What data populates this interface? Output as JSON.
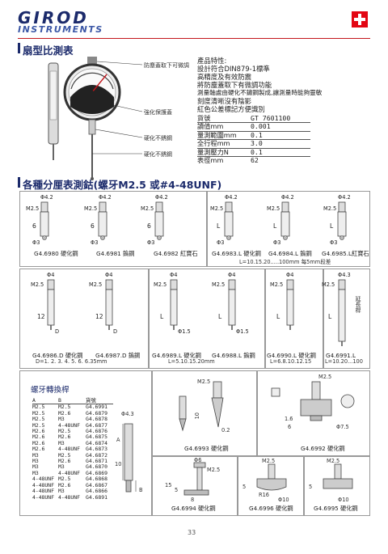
{
  "brand": {
    "name_top": "GIROD",
    "name_bottom": "INSTRUMENTS",
    "flag": "swiss-flag"
  },
  "colors": {
    "navy": "#1b2a6b",
    "accent": "#3b57a6",
    "flag_red": "#e30613",
    "rule_red": "#c3161c"
  },
  "section1": {
    "title": "扇型比測表",
    "callouts": [
      "防塵蓋取下可微調",
      "強化保護蓋",
      "硬化不銹鋼",
      "硬化不銹鋼"
    ],
    "features_title": "產品特性:",
    "features": [
      "設計符合DIN879-1標準",
      "高精度及有效防震",
      "將防塵蓋取下有微調功能",
      "測量軸處由硬化不鏽鋼製成,讓測量時能夠靈敏",
      "刻度清晰沒有陰影",
      "紅色公差標記方便識別"
    ],
    "spec_rows": [
      [
        "貨號",
        "GT 7601100"
      ],
      [
        "讀值mm",
        "0.001"
      ],
      [
        "量測範圍mm",
        "0.1"
      ],
      [
        "全行程mm",
        "3.0"
      ],
      [
        "量測壓力N",
        "0.1"
      ],
      [
        "表徑mm",
        "62"
      ]
    ]
  },
  "section2": {
    "title": "各種分厘表測鈷(螺牙M2.5 或#4-48UNF)",
    "row1": [
      {
        "dim_top": "Φ4.2",
        "thread": "M2.5",
        "len": "6",
        "dim_bot": "Φ3",
        "caption": "G4.6980 硬化鋼"
      },
      {
        "dim_top": "Φ4.2",
        "thread": "M2.5",
        "len": "6",
        "dim_bot": "Φ3",
        "caption": "G4.6981 鎢鋼"
      },
      {
        "dim_top": "Φ4.2",
        "thread": "M2.5",
        "len": "6",
        "dim_bot": "Φ3",
        "caption": "G4.6982 紅寶石"
      },
      {
        "dim_top": "Φ4.2",
        "thread": "M2.5",
        "len": "L",
        "dim_bot": "Φ3",
        "caption": "G4.6983.L 硬化鋼"
      },
      {
        "dim_top": "Φ4.2",
        "thread": "M2.5",
        "len": "L",
        "dim_bot": "Φ3",
        "caption": "G4.6984.L 鎢鋼"
      },
      {
        "dim_top": "Φ4.2",
        "thread": "M2.5",
        "len": "L",
        "dim_bot": "Φ3",
        "caption": "G4.6985.L紅寶石"
      }
    ],
    "row1_note": "L=10.15.20.....100mm 每5mm段差",
    "row2": [
      {
        "dim_top": "Φ4",
        "thread": "M2.5",
        "len": "12",
        "dim_bot": "D",
        "caption": "G4.6986.D 硬化鋼"
      },
      {
        "dim_top": "Φ4",
        "thread": "M2.5",
        "len": "12",
        "dim_bot": "D",
        "caption": "G4.6987.D 鎢鋼"
      },
      {
        "dim_top": "Φ4",
        "thread": "M2.5",
        "len": "L",
        "dim_bot": "Φ1.5",
        "caption": "G4.6989.L 硬化鋼"
      },
      {
        "dim_top": "Φ4",
        "thread": "M2.5",
        "len": "L",
        "dim_bot": "Φ1.5",
        "caption": "G4.6988.L 鎢鋼"
      },
      {
        "dim_top": "Φ4",
        "thread": "M2.5",
        "len": "L",
        "dim_bot": "",
        "caption": "G4.6990.L 硬化鋼"
      },
      {
        "dim_top": "Φ4.3",
        "thread": "M2.5",
        "len": "L",
        "dim_bot": "",
        "caption": "G4.6991.L",
        "extra": "延長桿"
      }
    ],
    "row2_notes": [
      "D=1. 2. 3. 4. 5. 6. 6.35mm",
      "L=5.10.15.20mm",
      "L=6.8.10.12.15",
      "L=10.20...100"
    ]
  },
  "section3": {
    "title": "螺牙轉換桿",
    "table_header": [
      "A",
      "B",
      "貨號"
    ],
    "table_rows": [
      [
        "M2.5",
        "M2.5",
        "G4.6991"
      ],
      [
        "M2.5",
        "M2.6",
        "G4.6879"
      ],
      [
        "M2.5",
        "M3",
        "G4.6878"
      ],
      [
        "M2.5",
        "4-48UNF",
        "G4.6877"
      ],
      [
        "M2.6",
        "M2.5",
        "G4.6876"
      ],
      [
        "M2.6",
        "M2.6",
        "G4.6875"
      ],
      [
        "M2.6",
        "M3",
        "G4.6874"
      ],
      [
        "M2.6",
        "4-48UNF",
        "G4.6873"
      ],
      [
        "M3",
        "M2.5",
        "G4.6872"
      ],
      [
        "M3",
        "M2.6",
        "G4.6871"
      ],
      [
        "M3",
        "M3",
        "G4.6870"
      ],
      [
        "M3",
        "4-48UNF",
        "G4.6869"
      ],
      [
        "4-48UNF",
        "M2.5",
        "G4.6868"
      ],
      [
        "4-48UNF",
        "M2.6",
        "G4.6867"
      ],
      [
        "4-48UNF",
        "M3",
        "G4.6866"
      ],
      [
        "4-48UNF",
        "4-48UNF",
        "G4.6891"
      ]
    ],
    "adapter_dims": {
      "top": "Φ4.3",
      "a": "A",
      "len": "10",
      "b": "B"
    },
    "tip6993": {
      "thread": "M2.5",
      "len": "10",
      "tip": "0.2",
      "caption": "G4.6993 硬化鋼"
    },
    "tip6992": {
      "thread": "M2.5",
      "d1": "1.6",
      "d2": "6",
      "d3": "Φ7.5",
      "caption": "G4.6992 硬化鋼"
    },
    "tip6994": {
      "dim_top": "Φ6",
      "thread": "M2.5",
      "len": "15",
      "len2": "5",
      "bot": "8",
      "caption": "G4.6994 硬化鋼"
    },
    "tip6996": {
      "thread": "M2.5",
      "len": "5",
      "r": "R16",
      "d": "Φ10",
      "caption": "G4.6996 硬化鋼"
    },
    "tip6995": {
      "thread": "M2.5",
      "len": "5",
      "d": "Φ10",
      "caption": "G4.6995 硬化鋼"
    }
  },
  "page_number": "33"
}
